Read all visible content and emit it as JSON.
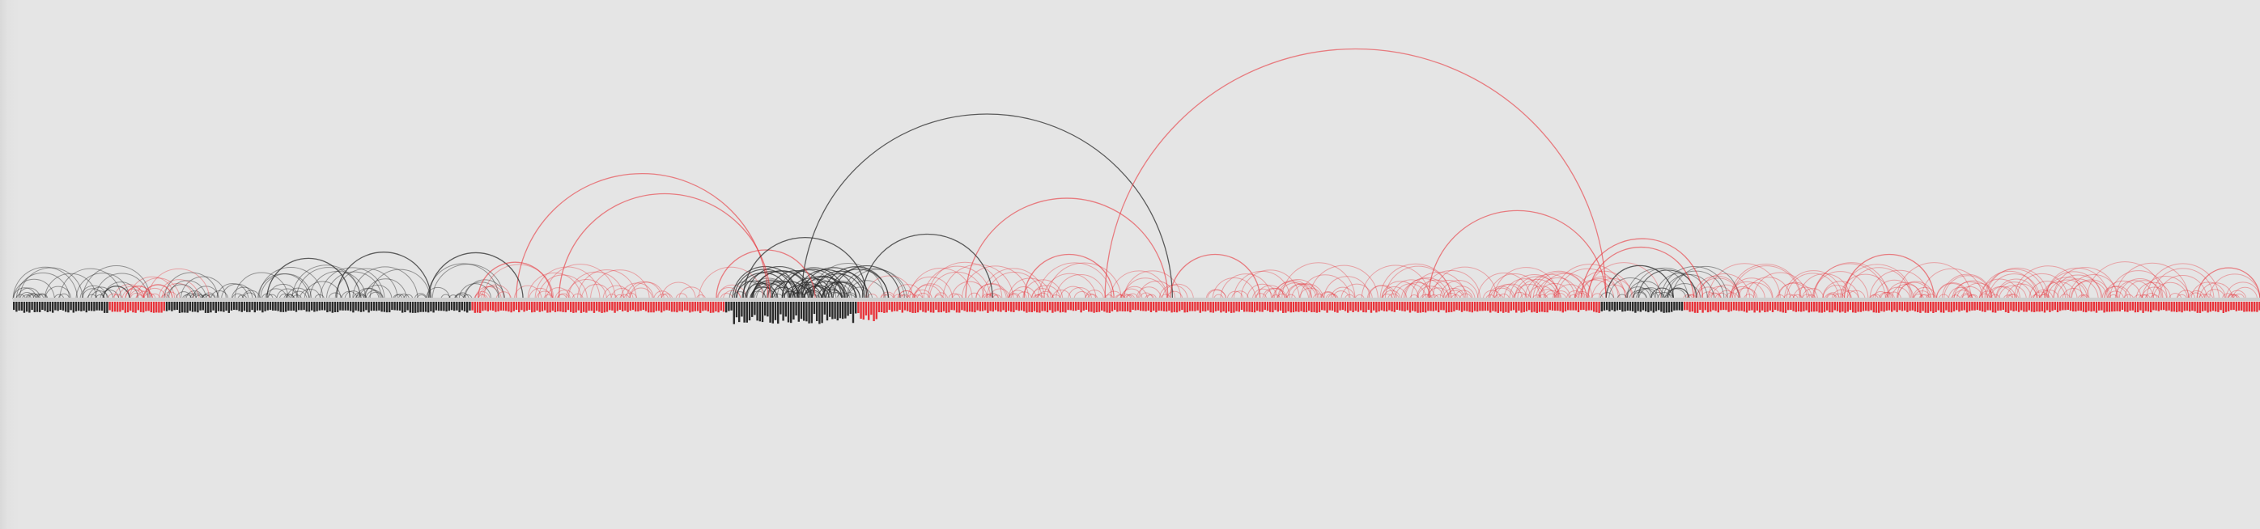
{
  "diagram": {
    "type": "arc-diagram",
    "colors": {
      "background": "#e5e5e5",
      "dark": "#2b2b2b",
      "red": "#e8333a",
      "baseline": "#cfcfcf"
    },
    "segments": [
      {
        "color": "dark",
        "start": 0.0,
        "end": 0.042
      },
      {
        "color": "red",
        "start": 0.042,
        "end": 0.067
      },
      {
        "color": "dark",
        "start": 0.067,
        "end": 0.203
      },
      {
        "color": "red",
        "start": 0.203,
        "end": 0.317
      },
      {
        "color": "dark",
        "start": 0.317,
        "end": 0.375
      },
      {
        "color": "red",
        "start": 0.375,
        "end": 0.706
      },
      {
        "color": "dark",
        "start": 0.706,
        "end": 0.743
      },
      {
        "color": "red",
        "start": 0.743,
        "end": 1.0
      }
    ],
    "major_arcs": [
      {
        "from": 0.351,
        "to": 0.516,
        "color": "dark"
      },
      {
        "from": 0.486,
        "to": 0.709,
        "color": "red"
      },
      {
        "from": 0.224,
        "to": 0.336,
        "color": "red"
      },
      {
        "from": 0.243,
        "to": 0.337,
        "color": "red"
      },
      {
        "from": 0.424,
        "to": 0.514,
        "color": "red"
      },
      {
        "from": 0.63,
        "to": 0.709,
        "color": "red"
      },
      {
        "from": 0.378,
        "to": 0.436,
        "color": "dark"
      },
      {
        "from": 0.144,
        "to": 0.186,
        "color": "dark"
      },
      {
        "from": 0.113,
        "to": 0.15,
        "color": "dark"
      },
      {
        "from": 0.185,
        "to": 0.227,
        "color": "dark"
      },
      {
        "from": 0.313,
        "to": 0.357,
        "color": "red"
      },
      {
        "from": 0.698,
        "to": 0.752,
        "color": "red"
      },
      {
        "from": 0.701,
        "to": 0.748,
        "color": "red"
      },
      {
        "from": 0.815,
        "to": 0.855,
        "color": "red"
      },
      {
        "from": 0.45,
        "to": 0.49,
        "color": "red"
      },
      {
        "from": 0.515,
        "to": 0.555,
        "color": "red"
      },
      {
        "from": 0.709,
        "to": 0.739,
        "color": "dark"
      },
      {
        "from": 0.207,
        "to": 0.24,
        "color": "red"
      },
      {
        "from": 0.325,
        "to": 0.38,
        "color": "dark"
      },
      {
        "from": 0.04,
        "to": 0.052,
        "color": "dark"
      },
      {
        "from": 0.05,
        "to": 0.062,
        "color": "red"
      },
      {
        "from": 0.058,
        "to": 0.071,
        "color": "red"
      },
      {
        "from": 0.736,
        "to": 0.746,
        "color": "dark"
      },
      {
        "from": 0.972,
        "to": 1.0,
        "color": "red"
      }
    ],
    "cluster": {
      "start": 0.32,
      "end": 0.385,
      "color": "dark"
    }
  }
}
